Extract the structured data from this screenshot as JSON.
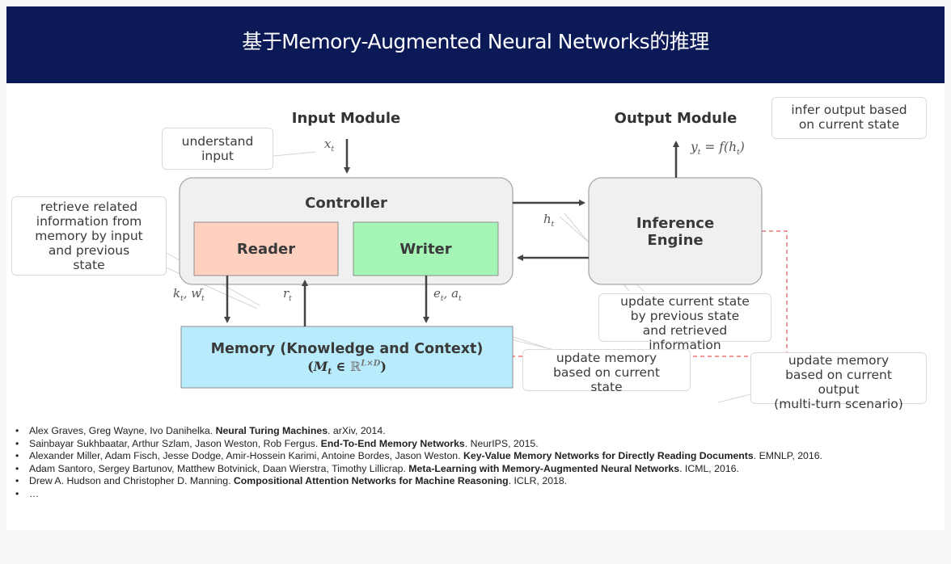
{
  "title": "基于Memory-Augmented Neural Networks的推理",
  "diagram": {
    "input_module": "Input Module",
    "output_module": "Output Module",
    "controller": "Controller",
    "reader": "Reader",
    "writer": "Writer",
    "inference_engine": [
      "Inference",
      "Engine"
    ],
    "memory_title": "Memory (Knowledge and Context)",
    "memory_formula": "(M_t ∈ R^{L×D})",
    "math": {
      "x_t": "x_t",
      "y_t": "y_t = f(h_t)",
      "h_t": "h_t",
      "k_w": "k_t, w_t^r",
      "r_t": "r_t",
      "e_a": "e_t, a_t"
    },
    "callouts": {
      "understand": [
        "understand",
        "input"
      ],
      "infer": [
        "infer output based",
        "on current state"
      ],
      "retrieve": [
        "retrieve related",
        "information from",
        "memory by input",
        "and previous",
        "state"
      ],
      "update_state": [
        "update current state",
        "by previous state",
        "and retrieved",
        "information"
      ],
      "update_memory": [
        "update memory",
        "based on current",
        "state"
      ],
      "update_memory_output": [
        "update memory",
        "based on current",
        "output",
        "(multi-turn scenario)"
      ]
    },
    "colors": {
      "header": "#0b1a57",
      "reader": "#fdd0c0",
      "writer": "#a5f5b7",
      "memory": "#b8ecfc",
      "controller": "#f0f0f0",
      "dashed": "#e05a5a"
    }
  },
  "references": [
    {
      "authors": "Alex Graves, Greg Wayne, Ivo Danihelka. ",
      "title": "Neural Turing Machines",
      "venue": ". arXiv, 2014."
    },
    {
      "authors": "Sainbayar Sukhbaatar, Arthur Szlam, Jason Weston, Rob Fergus. ",
      "title": "End-To-End Memory Networks",
      "venue": ". NeurIPS, 2015."
    },
    {
      "authors": "Alexander Miller, Adam Fisch, Jesse Dodge, Amir-Hossein Karimi, Antoine Bordes, Jason Weston. ",
      "title": "Key-Value Memory Networks for Directly Reading Documents",
      "venue": ". EMNLP, 2016."
    },
    {
      "authors": "Adam Santoro, Sergey Bartunov, Matthew Botvinick, Daan Wierstra, Timothy Lillicrap. ",
      "title": "Meta-Learning with Memory-Augmented Neural Networks",
      "venue": ". ICML, 2016."
    },
    {
      "authors": "Drew A. Hudson and Christopher D. Manning. ",
      "title": "Compositional Attention Networks for Machine Reasoning",
      "venue": ". ICLR, 2018."
    },
    {
      "authors": "…",
      "title": "",
      "venue": ""
    }
  ]
}
